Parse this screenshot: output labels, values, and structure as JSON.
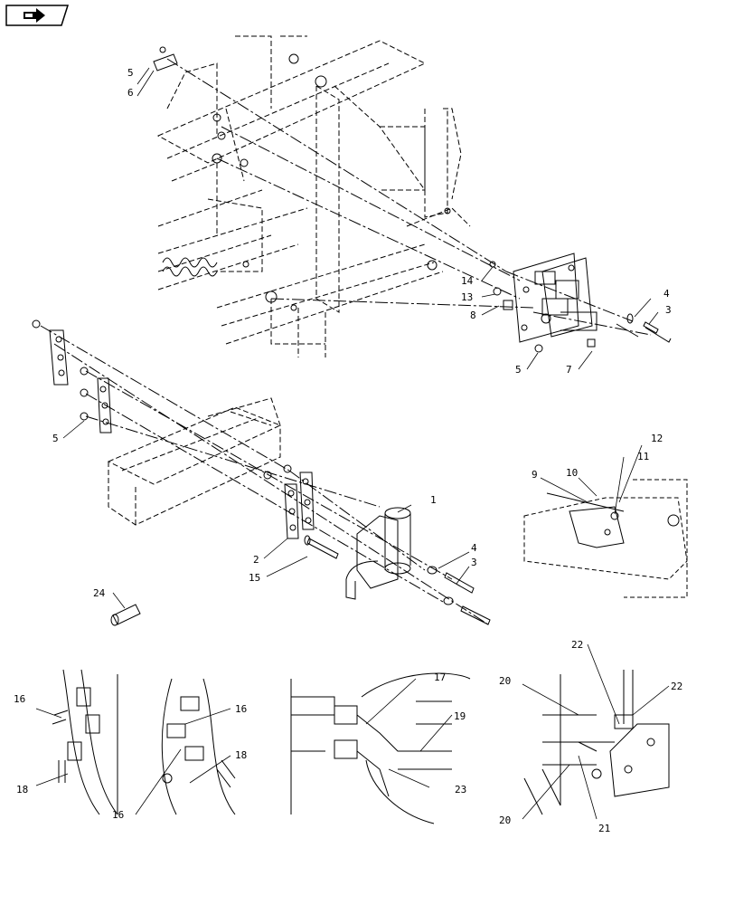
{
  "callouts": {
    "c1": "1",
    "c2": "2",
    "c3a": "3",
    "c3b": "3",
    "c4a": "4",
    "c4b": "4",
    "c5a": "5",
    "c5b": "5",
    "c5c": "5",
    "c6": "6",
    "c7": "7",
    "c8": "8",
    "c9": "9",
    "c10": "10",
    "c11": "11",
    "c12": "12",
    "c13": "13",
    "c14": "14",
    "c15": "15",
    "c16a": "16",
    "c16b": "16",
    "c16c": "16",
    "c17": "17",
    "c18a": "18",
    "c18b": "18",
    "c19": "19",
    "c20a": "20",
    "c20b": "20",
    "c21": "21",
    "c22a": "22",
    "c22b": "22",
    "c23": "23",
    "c24": "24"
  },
  "icons": {
    "nav": "arrow-right-icon"
  }
}
